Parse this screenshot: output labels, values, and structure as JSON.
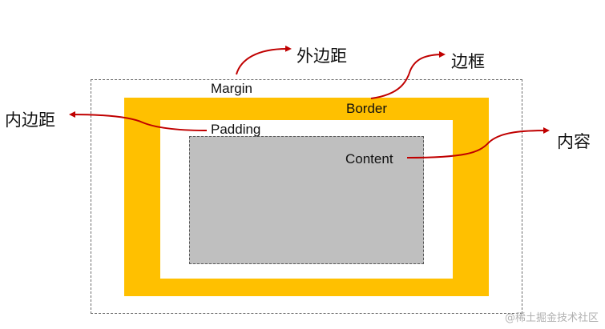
{
  "diagram": {
    "labels": {
      "margin": "Margin",
      "border": "Border",
      "padding": "Padding",
      "content": "Content"
    },
    "callouts": {
      "margin": "外边距",
      "border": "边框",
      "padding": "内边距",
      "content": "内容"
    },
    "watermark": "@稀土掘金技术社区",
    "colors": {
      "border_fill": "#ffc000",
      "content_fill": "#bfbfbf",
      "arrow": "#c00000",
      "dashed_outline": "#6b6b6b"
    }
  }
}
